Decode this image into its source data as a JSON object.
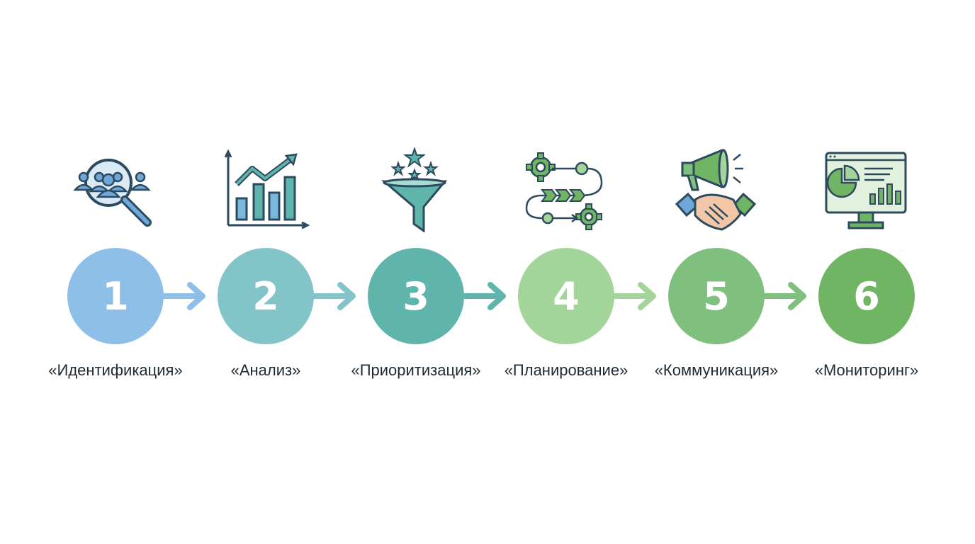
{
  "steps": [
    {
      "number": "1",
      "label": "«Идентификация»",
      "icon": "people-search-icon",
      "color": "#8dbfe8"
    },
    {
      "number": "2",
      "label": "«Анализ»",
      "icon": "growth-chart-icon",
      "color": "#82c4c8"
    },
    {
      "number": "3",
      "label": "«Приоритизация»",
      "icon": "star-funnel-icon",
      "color": "#5fb5ac"
    },
    {
      "number": "4",
      "label": "«Планирование»",
      "icon": "process-gears-icon",
      "color": "#a3d59a"
    },
    {
      "number": "5",
      "label": "«Коммуникация»",
      "icon": "megaphone-handshake-icon",
      "color": "#80c07f"
    },
    {
      "number": "6",
      "label": "«Мониторинг»",
      "icon": "monitor-dashboard-icon",
      "color": "#6fb564"
    }
  ],
  "arrow_colors": [
    "#8dbfe8",
    "#82c4c8",
    "#5fb5ac",
    "#a3d59a",
    "#80c07f"
  ]
}
